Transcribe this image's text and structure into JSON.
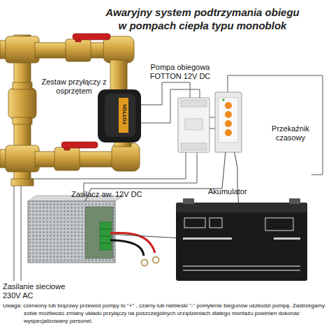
{
  "diagram": {
    "title": "Awaryjny system podtrzymania obiegu w pompach ciepła typu monoblok",
    "nodes": [
      {
        "text": [
          "Zestaw przyłączy z osprzętem"
        ]
      },
      {
        "text": [
          "Pompa obiegowa FOTTON 12V DC"
        ]
      },
      {
        "text": [
          "Przekaźnik czasowy"
        ]
      },
      {
        "text": [
          "Zasilacz aw. 12V DC"
        ]
      },
      {
        "text": [
          "Akumulator"
        ]
      }
    ],
    "edges": [
      {
        "from": 2,
        "to": 4,
        "arrow": "none"
      },
      {
        "from": 3,
        "to": 4,
        "arrow": "none"
      },
      {
        "from": 3,
        "to": 2,
        "arrow": "none"
      }
    ],
    "labels": [
      "FOTTON",
      "Zasilanie sieciowe 230V AC",
      "Uwaga: czerwony lub brązowy przewód pompy to \"+\" , czarny lub niebieski \"-\" pomylenie biegunów uszkodzi pompę. Zastrzegamy sobie możliwość zmiany układu przyłączy na poszczególnych urządzeniach dlatego montażu powinien dokonać wyspecjalizowany personel."
    ]
  }
}
